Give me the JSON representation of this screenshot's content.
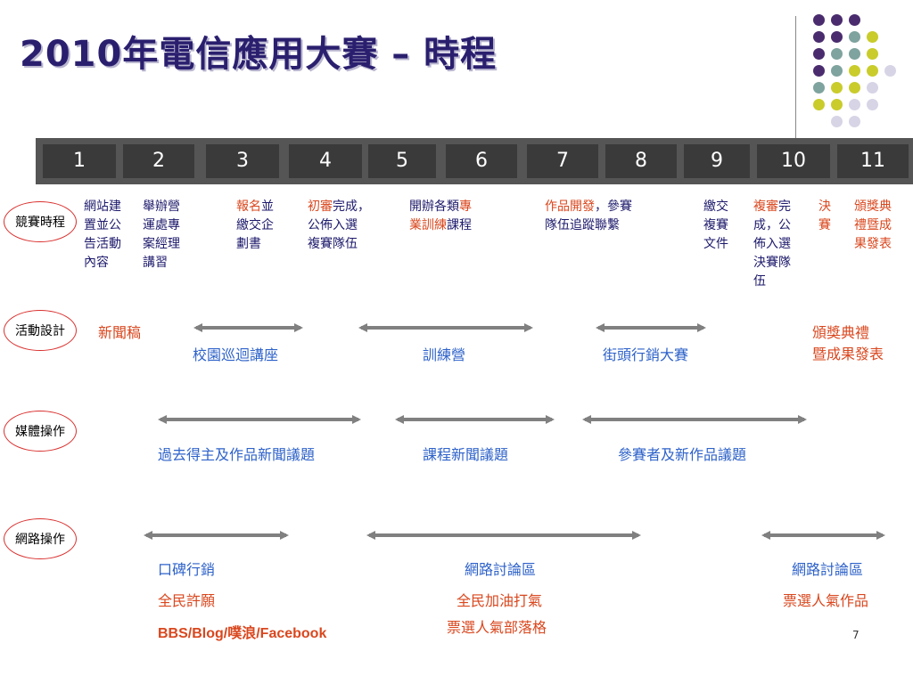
{
  "title": "2010年電信應用大賽 – 時程",
  "columns": [
    "1",
    "2",
    "3",
    "4",
    "5",
    "6",
    "7",
    "8",
    "9",
    "10",
    "11"
  ],
  "rows": {
    "schedule": "競賽時程",
    "activity": "活動設計",
    "media": "媒體操作",
    "web": "網路操作"
  },
  "schedule_items": {
    "c1": [
      "網站建",
      "置並公",
      "告活動",
      "內容"
    ],
    "c2": [
      "舉辦營",
      "運處專",
      "案經理",
      "講習"
    ],
    "c3_a": "報名",
    "c3_b": "並",
    "c3_c": "繳交企",
    "c3_d": "劃書",
    "c4_a": "初審",
    "c4_b": "完成，",
    "c4_c": "公佈入選",
    "c4_d": "複賽隊伍",
    "c5_a": "開辦各類",
    "c5_b": "專",
    "c5_c": "業訓練",
    "c5_d": "課程",
    "c7_a": "作品開發",
    "c7_b": "，參賽",
    "c7_c": "隊伍追蹤聯繫",
    "c9": [
      "繳交",
      "複賽",
      "文件"
    ],
    "c10_a": "複審",
    "c10_b": "完",
    "c10_c": "成，公",
    "c10_d": "佈入選",
    "c10_e": "決賽隊",
    "c10_f": "伍",
    "c11a": [
      "決",
      "賽"
    ],
    "c11b": [
      "頒獎典",
      "禮暨成",
      "果發表"
    ]
  },
  "activity": {
    "press": "新聞稿",
    "campus": "校園巡迴講座",
    "camp": "訓練營",
    "street": "街頭行銷大賽",
    "award_1": "頒獎典禮",
    "award_2": "暨成果發表"
  },
  "media": {
    "past": "過去得主及作品新聞議題",
    "course": "課程新聞議題",
    "new": "參賽者及新作品議題"
  },
  "web": {
    "wom": "口碑行銷",
    "wish": "全民許願",
    "bbs": "BBS/Blog/噗浪/Facebook",
    "forum1": "網路討論區",
    "cheer": "全民加油打氣",
    "vote_blog": "票選人氣部落格",
    "forum2": "網路討論區",
    "vote_work": "票選人氣作品"
  },
  "page_number": "7",
  "colors": {
    "title": "#2a1f6e",
    "schedule_text": "#1d1a6b",
    "highlight": "#d9471e",
    "label_blue": "#2e62c9",
    "arrow": "#808080",
    "oval": "#d9302e",
    "dot_purple": "#4a2c6e",
    "dot_teal": "#7fa39e",
    "dot_yellow": "#c9cc2b",
    "dot_lavender": "#d7d4e6"
  }
}
